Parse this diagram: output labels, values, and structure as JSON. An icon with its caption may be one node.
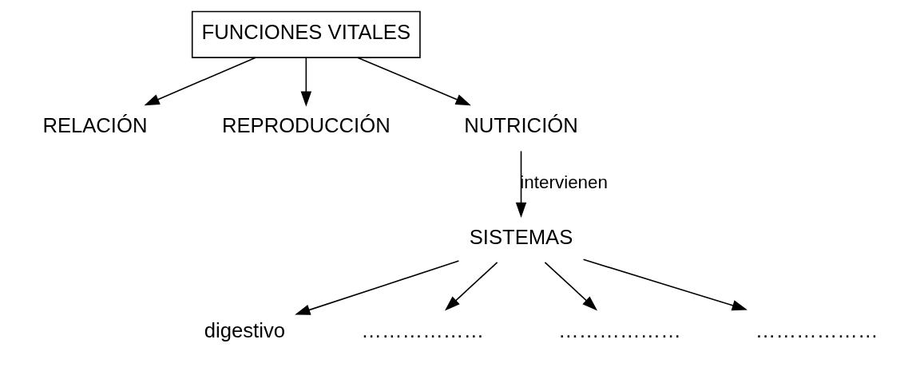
{
  "diagram": {
    "nodes": [
      {
        "text": [
          "FUNCIONES VITALES"
        ]
      },
      {
        "text": [
          "RELACIÓN"
        ]
      },
      {
        "text": [
          "REPRODUCCIÓN"
        ]
      },
      {
        "text": [
          "NUTRICIÓN"
        ]
      },
      {
        "text": [
          "SISTEMAS"
        ]
      },
      {
        "text": [
          "digestivo"
        ]
      },
      {
        "text": [
          "………………"
        ]
      },
      {
        "text": [
          "………………"
        ]
      },
      {
        "text": [
          "………………"
        ]
      }
    ],
    "edges": [
      {
        "from": 0,
        "to": 1,
        "arrow": "to"
      },
      {
        "from": 0,
        "to": 2,
        "arrow": "to"
      },
      {
        "from": 0,
        "to": 3,
        "arrow": "to"
      },
      {
        "from": 3,
        "to": 4,
        "arrow": "to",
        "label": "intervienen"
      },
      {
        "from": 4,
        "to": 5,
        "arrow": "to"
      },
      {
        "from": 4,
        "to": 6,
        "arrow": "to"
      },
      {
        "from": 4,
        "to": 7,
        "arrow": "to"
      },
      {
        "from": 4,
        "to": 8,
        "arrow": "to"
      }
    ]
  }
}
